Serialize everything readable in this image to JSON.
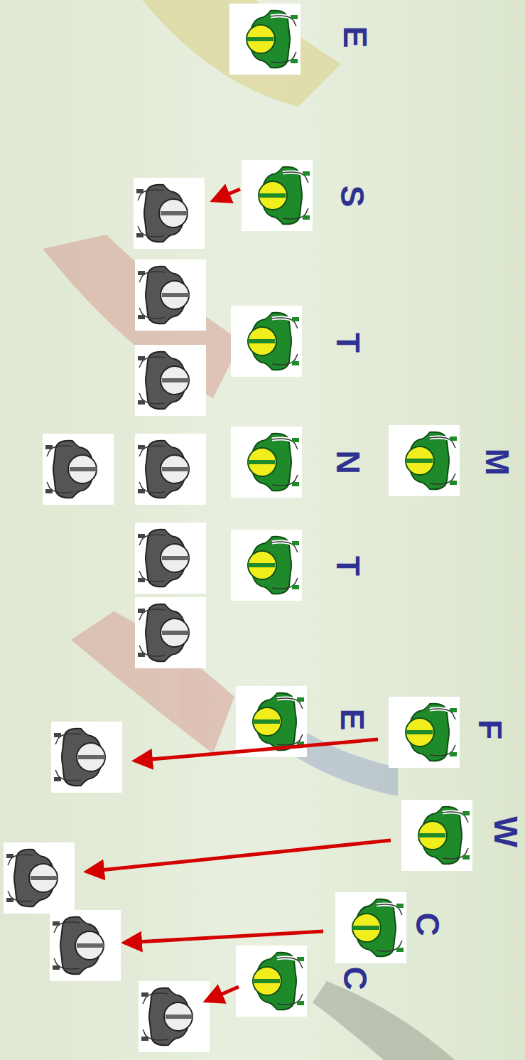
{
  "diagram": {
    "labels": [
      "E",
      "S",
      "T",
      "N",
      "M",
      "T",
      "E",
      "F",
      "W",
      "C",
      "C"
    ]
  }
}
